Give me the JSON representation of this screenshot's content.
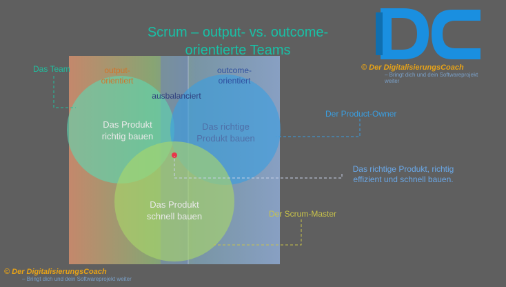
{
  "title": "Scrum – output- vs. outcome-\norientierte Teams",
  "columns": {
    "output": "output-\norientiert",
    "balanced": "ausbalanciert",
    "outcome": "outcome-\norientiert"
  },
  "circles": {
    "team": "Das Produkt\nrichtig bauen",
    "po": "Das richtige\nProdukt bauen",
    "sm": "Das Produkt\nschnell bauen"
  },
  "callouts": {
    "team": "Das Team",
    "po": "Der Product-Owner",
    "center": "Das richtige Produkt, richtig\neffizient und schnell bauen.",
    "sm": "Der Scrum-Master"
  },
  "brand": {
    "logo_letters": "DC",
    "name": "© Der DigitalisierungsCoach",
    "tagline": "– Bringt dich und dein Softwareprojekt weiter"
  },
  "colors": {
    "background": "#5f5f5f",
    "title": "#19c0a6",
    "team_circle": "#5fd6b2",
    "po_circle": "#3a9ee0",
    "sm_circle": "#a9d66a",
    "logo_blue": "#1a8fe0",
    "brand_text": "#e8a317",
    "center_dot": "#e8364a"
  }
}
